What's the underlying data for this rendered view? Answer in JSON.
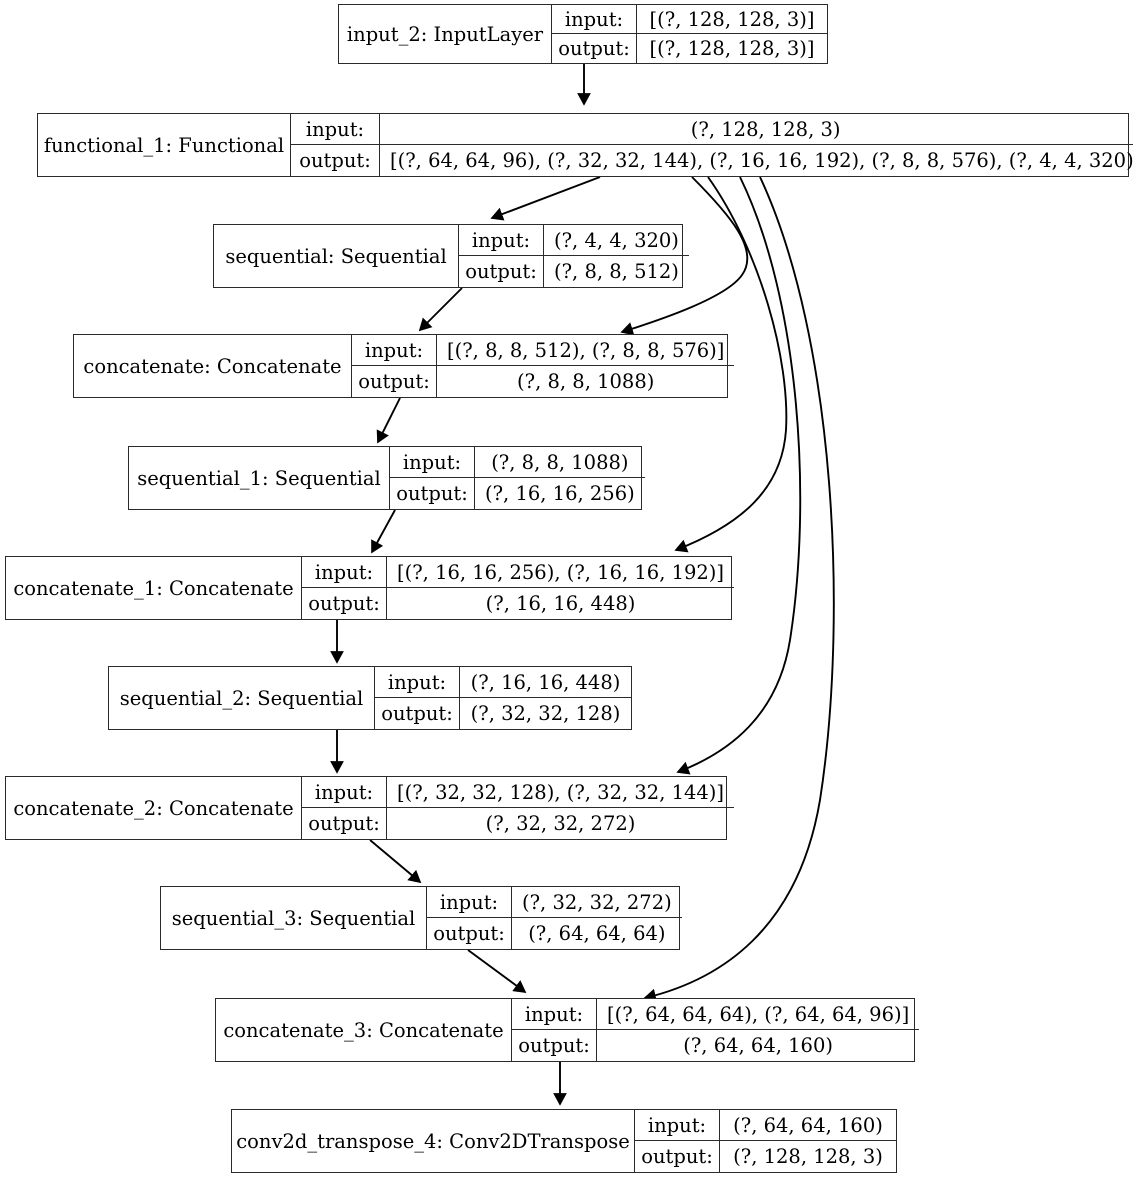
{
  "diagram": {
    "title": "Keras model plot",
    "type": "neural-network-graph",
    "background_color": "#ffffff",
    "edge_color": "#000000",
    "node_border_color": "#2b2b2b",
    "io_labels": {
      "input": "input:",
      "output": "output:"
    },
    "nodes": [
      {
        "id": "input_2",
        "name": "input_2: InputLayer",
        "input": "[(?, 128, 128, 3)]",
        "output": "[(?, 128, 128, 3)]"
      },
      {
        "id": "functional_1",
        "name": "functional_1: Functional",
        "input": "(?, 128, 128, 3)",
        "output": "[(?, 64, 64, 96), (?, 32, 32, 144), (?, 16, 16, 192), (?, 8, 8, 576), (?, 4, 4, 320)]"
      },
      {
        "id": "sequential",
        "name": "sequential: Sequential",
        "input": "(?, 4, 4, 320)",
        "output": "(?, 8, 8, 512)"
      },
      {
        "id": "concatenate",
        "name": "concatenate: Concatenate",
        "input": "[(?, 8, 8, 512), (?, 8, 8, 576)]",
        "output": "(?, 8, 8, 1088)"
      },
      {
        "id": "sequential_1",
        "name": "sequential_1: Sequential",
        "input": "(?, 8, 8, 1088)",
        "output": "(?, 16, 16, 256)"
      },
      {
        "id": "concatenate_1",
        "name": "concatenate_1: Concatenate",
        "input": "[(?, 16, 16, 256), (?, 16, 16, 192)]",
        "output": "(?, 16, 16, 448)"
      },
      {
        "id": "sequential_2",
        "name": "sequential_2: Sequential",
        "input": "(?, 16, 16, 448)",
        "output": "(?, 32, 32, 128)"
      },
      {
        "id": "concatenate_2",
        "name": "concatenate_2: Concatenate",
        "input": "[(?, 32, 32, 128), (?, 32, 32, 144)]",
        "output": "(?, 32, 32, 272)"
      },
      {
        "id": "sequential_3",
        "name": "sequential_3: Sequential",
        "input": "(?, 32, 32, 272)",
        "output": "(?, 64, 64, 64)"
      },
      {
        "id": "concatenate_3",
        "name": "concatenate_3: Concatenate",
        "input": "[(?, 64, 64, 64), (?, 64, 64, 96)]",
        "output": "(?, 64, 64, 160)"
      },
      {
        "id": "conv2d_transpose_4",
        "name": "conv2d_transpose_4: Conv2DTranspose",
        "input": "(?, 64, 64, 160)",
        "output": "(?, 128, 128, 3)"
      }
    ],
    "edges": [
      {
        "from": "input_2",
        "to": "functional_1"
      },
      {
        "from": "functional_1",
        "to": "sequential"
      },
      {
        "from": "functional_1",
        "to": "concatenate"
      },
      {
        "from": "functional_1",
        "to": "concatenate_1"
      },
      {
        "from": "functional_1",
        "to": "concatenate_2"
      },
      {
        "from": "functional_1",
        "to": "concatenate_3"
      },
      {
        "from": "sequential",
        "to": "concatenate"
      },
      {
        "from": "concatenate",
        "to": "sequential_1"
      },
      {
        "from": "sequential_1",
        "to": "concatenate_1"
      },
      {
        "from": "concatenate_1",
        "to": "sequential_2"
      },
      {
        "from": "sequential_2",
        "to": "concatenate_2"
      },
      {
        "from": "concatenate_2",
        "to": "sequential_3"
      },
      {
        "from": "sequential_3",
        "to": "concatenate_3"
      },
      {
        "from": "concatenate_3",
        "to": "conv2d_transpose_4"
      }
    ]
  }
}
